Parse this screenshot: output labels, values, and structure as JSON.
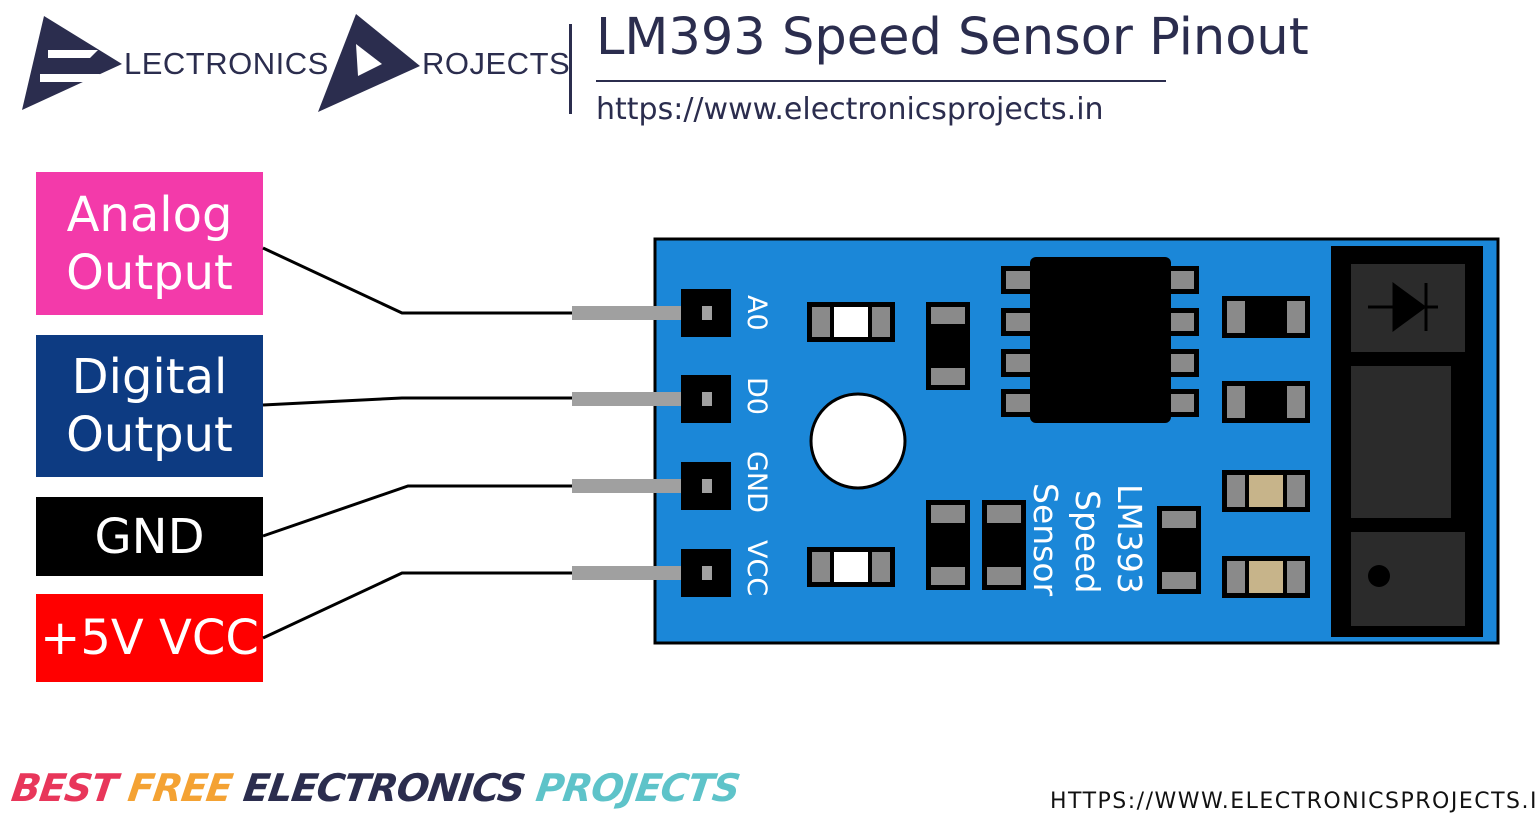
{
  "header": {
    "logo_word_1": "LECTRONICS",
    "logo_word_2": "ROJECTS",
    "title": "LM393 Speed Sensor Pinout",
    "url": "https://www.electronicsprojects.in"
  },
  "pins": [
    {
      "lines": [
        "Analog",
        "Output"
      ],
      "color": "#f33aaa"
    },
    {
      "lines": [
        "Digital",
        "Output"
      ],
      "color": "#0d3b82"
    },
    {
      "lines": [
        "GND"
      ],
      "color": "#000000"
    },
    {
      "lines": [
        "+5V VCC"
      ],
      "color": "#ff0000"
    }
  ],
  "board": {
    "color": "#1b87d8",
    "pin_labels": [
      "A0",
      "D0",
      "GND",
      "VCC"
    ],
    "silkscreen": [
      "LM393",
      "Speed",
      "Sensor"
    ]
  },
  "footer": {
    "tagline": [
      {
        "text": "BEST",
        "color": "#e8365a"
      },
      {
        "text": "FREE",
        "color": "#f4a233"
      },
      {
        "text": "ELECTRONICS",
        "color": "#2b2d4e"
      },
      {
        "text": "PROJECTS",
        "color": "#5ec3c9"
      }
    ],
    "url": "HTTPS://WWW.ELECTRONICSPROJECTS.IN"
  }
}
